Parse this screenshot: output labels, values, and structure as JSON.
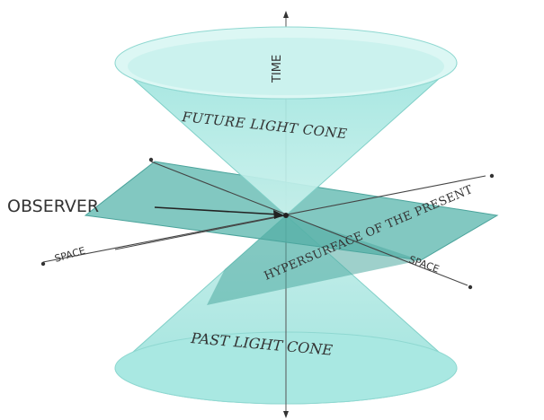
{
  "labels": {
    "time": "TIME",
    "future_cone": "FUTURE LIGHT CONE",
    "observer": "OBSERVER",
    "hypersurface": "HYPERSURFACE OF THE PRESENT",
    "past_cone": "PAST LIGHT CONE",
    "space_left": "SPACE",
    "space_right": "SPACE"
  },
  "colors": {
    "cone_fill": "#9fe6e0",
    "cone_rim": "#d9f7f4",
    "plane_fill": "#5fb8b0",
    "line": "#333333"
  }
}
